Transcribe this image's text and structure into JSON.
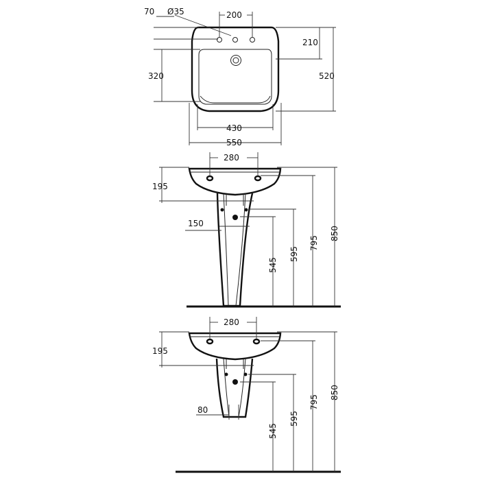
{
  "top_view": {
    "dim_70": "70",
    "dim_dia35": "Ø35",
    "dim_200": "200",
    "dim_210": "210",
    "dim_320": "320",
    "dim_520": "520",
    "dim_430": "430",
    "dim_550": "550"
  },
  "pedestal_view": {
    "dim_280": "280",
    "dim_195": "195",
    "dim_150": "150",
    "dim_850": "850",
    "dim_795": "795",
    "dim_595": "595",
    "dim_545": "545"
  },
  "semi_pedestal_view": {
    "dim_280": "280",
    "dim_195": "195",
    "dim_80": "80",
    "dim_850": "850",
    "dim_795": "795",
    "dim_595": "595",
    "dim_545": "545"
  },
  "colors": {
    "line": "#222222",
    "background": "#ffffff"
  }
}
